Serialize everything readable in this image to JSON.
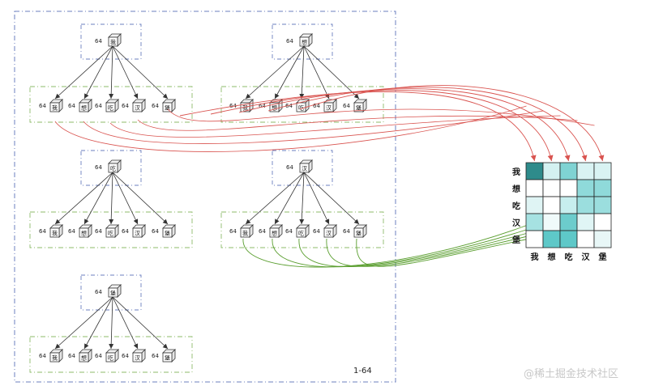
{
  "outer_frame_label": "1-64",
  "dim_label": "64",
  "tokens": [
    "我",
    "想",
    "吃",
    "汉",
    "堡"
  ],
  "blocks": [
    {
      "source_token": "我",
      "targets": [
        "我",
        "想",
        "吃",
        "汉",
        "堡"
      ]
    },
    {
      "source_token": "想",
      "targets": [
        "我",
        "想",
        "吃",
        "汉",
        "堡"
      ]
    },
    {
      "source_token": "吃",
      "targets": [
        "我",
        "想",
        "吃",
        "汉",
        "堡"
      ]
    },
    {
      "source_token": "汉",
      "targets": [
        "我",
        "想",
        "吃",
        "汉",
        "堡"
      ]
    },
    {
      "source_token": "堡",
      "targets": [
        "我",
        "想",
        "吃",
        "汉",
        "堡"
      ]
    }
  ],
  "matrix": {
    "row_labels": [
      "我",
      "想",
      "吃",
      "汉",
      "堡"
    ],
    "col_labels": [
      "我",
      "想",
      "吃",
      "汉",
      "堡"
    ],
    "cell_colors": [
      [
        "#2e8b8b",
        "#d4f1f1",
        "#7fd3d3",
        "#d9f3f3",
        "#d9f3f3"
      ],
      [
        "#ffffff",
        "#ffffff",
        "#ffffff",
        "#8fdada",
        "#8fdada"
      ],
      [
        "#dff4f4",
        "#ffffff",
        "#c7eeee",
        "#9bdede",
        "#9bdede"
      ],
      [
        "#a6e2e2",
        "#f0fafa",
        "#6ccccc",
        "#e0f5f5",
        "#ffffff"
      ],
      [
        "#ffffff",
        "#5ec8c8",
        "#5ec8c8",
        "#ffffff",
        "#e8f7f7"
      ]
    ]
  },
  "colors": {
    "query_arrow": "#d9534f",
    "value_arrow": "#5a9e2f",
    "frame_border": "#6b7fbf",
    "group_border": "#8dbb6a"
  },
  "watermark": "@稀土掘金技术社区"
}
